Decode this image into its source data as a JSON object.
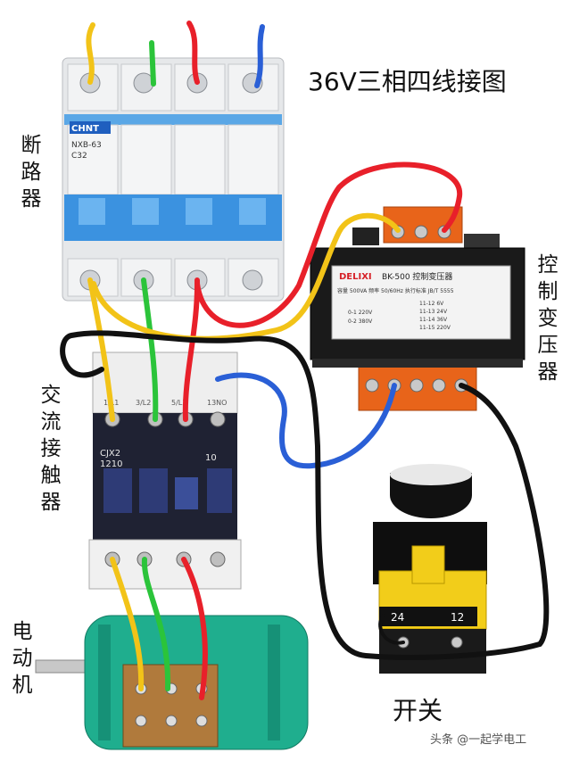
{
  "title": "36V三相四线接图",
  "labels": {
    "breaker": [
      "断",
      "路",
      "器"
    ],
    "transformer": [
      "控",
      "制",
      "变",
      "压",
      "器"
    ],
    "contactor": [
      "交",
      "流",
      "接",
      "触",
      "器"
    ],
    "motor": [
      "电",
      "动",
      "机"
    ],
    "switch": "开关"
  },
  "breaker": {
    "brand": "CHNT",
    "model": "NXB-63",
    "rating": "C32"
  },
  "transformer": {
    "brand": "DELIXI",
    "model": "BK-500 控制变压器",
    "specs": "容量 500VA   频率 50/60Hz   执行标准 JB/T 5555",
    "inputs": [
      "0-1  220V",
      "0-2  380V"
    ],
    "outputs": [
      "11-12  6V",
      "11-13  24V",
      "11-14  36V",
      "11-15  220V"
    ]
  },
  "contactor": {
    "model": "CJX2",
    "code": "1210",
    "aux": "10",
    "terminals": [
      "1/L1",
      "3/L2",
      "5/L3",
      "13NO"
    ]
  },
  "switch": {
    "terminal_left": "24",
    "terminal_right": "12"
  },
  "watermark": "头条 @一起学电工",
  "colors": {
    "wire_yellow": "#f2c318",
    "wire_green": "#2bc43a",
    "wire_red": "#e8202a",
    "wire_blue": "#2a5fd6",
    "wire_black": "#111111",
    "transformer_terminal": "#e8641a",
    "motor_body": "#1fae8e",
    "contactor_body": "#1f2233"
  }
}
